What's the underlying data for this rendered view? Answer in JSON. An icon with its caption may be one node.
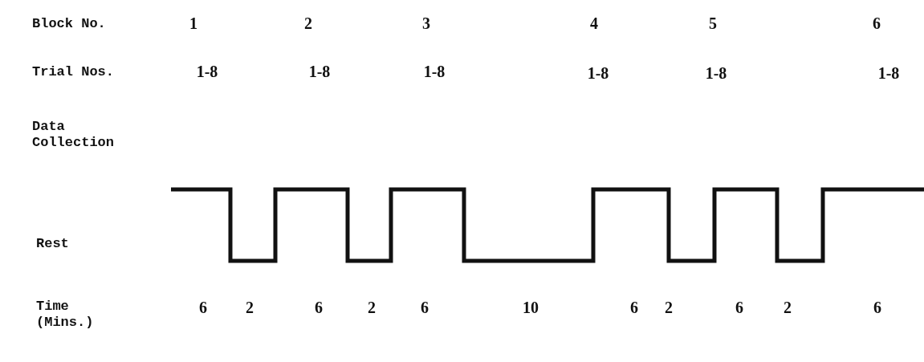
{
  "diagram": {
    "labels": [
      "Block No.",
      "1",
      "2",
      "3",
      "4",
      "5",
      "6",
      "Trial Nos.",
      "1-8",
      "1-8",
      "1-8",
      "1-8",
      "1-8",
      "1-8",
      "Data Collection",
      "Rest",
      "Time (Mins.)",
      "6",
      "2",
      "6",
      "2",
      "6",
      "10",
      "6",
      "2",
      "6",
      "2",
      "6"
    ]
  }
}
